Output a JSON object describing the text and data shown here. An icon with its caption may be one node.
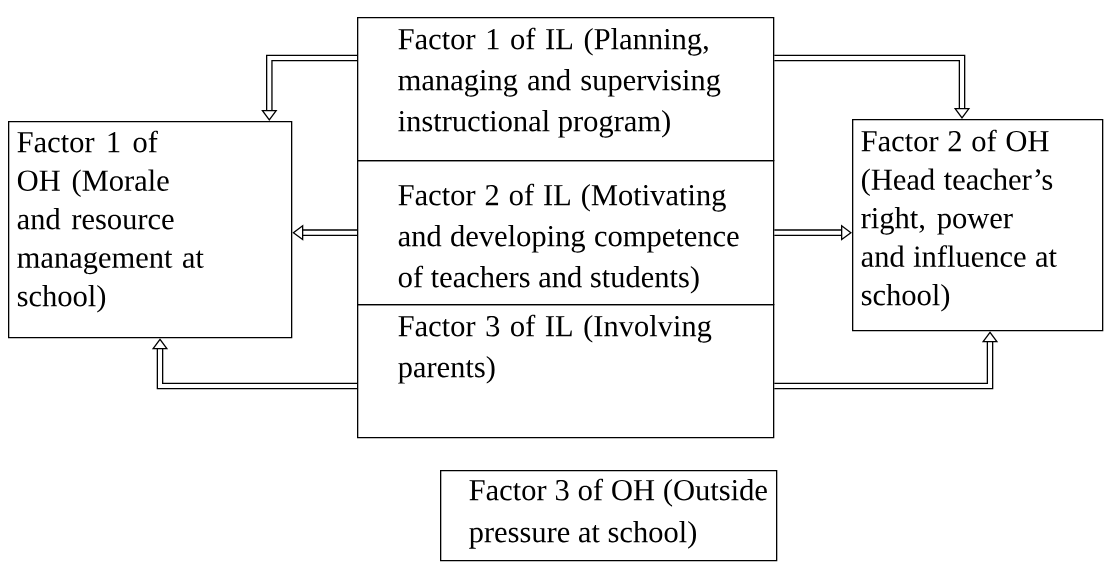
{
  "diagram": {
    "nodes": [
      {
        "text": [
          "Factor 1 of IL (Planning, managing and supervising instructional program)"
        ]
      },
      {
        "text": [
          "Factor 2 of IL (Motivating and developing competence of teachers and students)"
        ]
      },
      {
        "text": [
          "Factor 3 of IL (Involving parents)"
        ]
      },
      {
        "text": [
          "Factor 1 of OH (Morale and resource management at school)"
        ]
      },
      {
        "text": [
          "Factor 2 of OH (Head teacher’s right, power and influence at school)"
        ]
      },
      {
        "text": [
          "Factor 3 of OH (Outside pressure at school)"
        ]
      }
    ],
    "edges": [
      {
        "from": 0,
        "to": 3,
        "arrow": "to"
      },
      {
        "from": 0,
        "to": 4,
        "arrow": "to"
      },
      {
        "from": 1,
        "to": 3,
        "arrow": "to"
      },
      {
        "from": 1,
        "to": 4,
        "arrow": "to"
      },
      {
        "from": 2,
        "to": 3,
        "arrow": "to"
      },
      {
        "from": 2,
        "to": 4,
        "arrow": "to"
      }
    ]
  }
}
